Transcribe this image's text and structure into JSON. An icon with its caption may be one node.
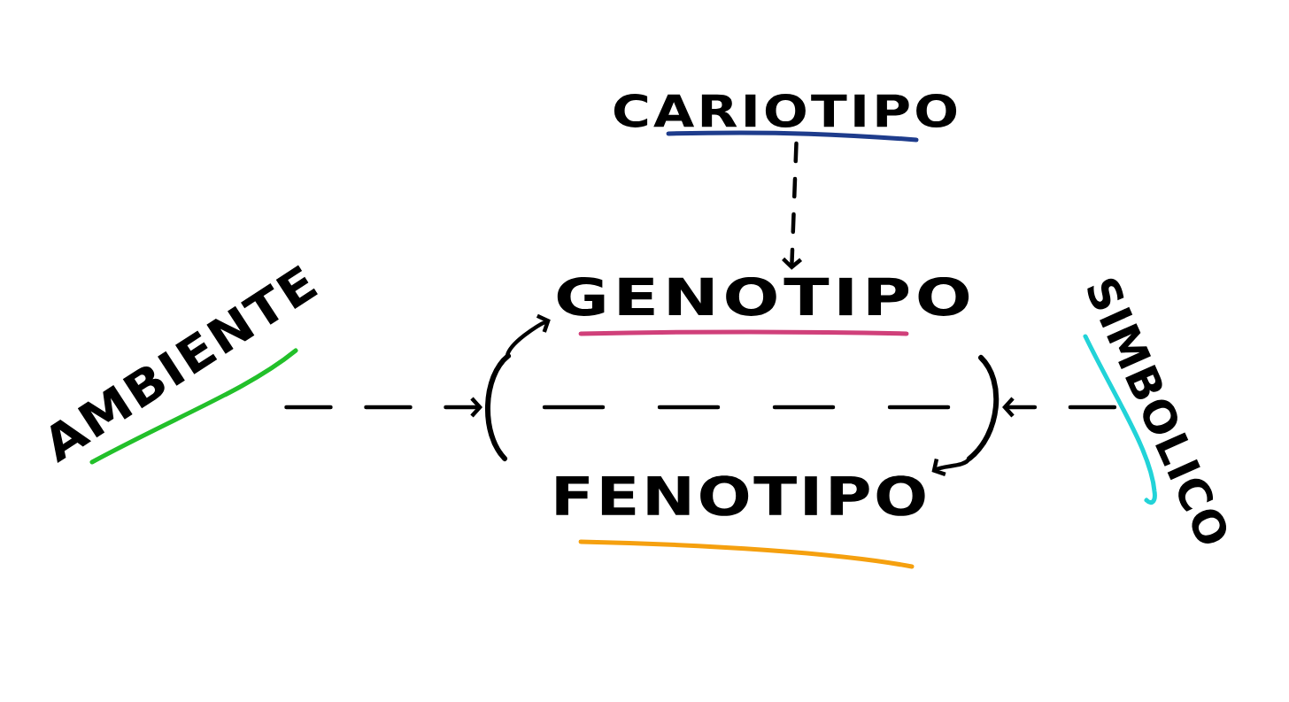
{
  "diagram": {
    "nodes": [
      {
        "text": [
          "CARIOTIPO"
        ]
      },
      {
        "text": [
          "GENOTIPO"
        ]
      },
      {
        "text": [
          "AMBIENTE"
        ]
      },
      {
        "text": [],
        "shape": "bracket"
      },
      {
        "text": [
          "SIMBOLICO"
        ]
      },
      {
        "text": [
          "FENOTIPO"
        ]
      }
    ],
    "edges": [
      {
        "from": 0,
        "to": 1,
        "arrow": "to",
        "style": "dashed"
      },
      {
        "from": 2,
        "to": 3,
        "arrow": "to",
        "style": "dashed"
      },
      {
        "from": 4,
        "to": 3,
        "arrow": "to",
        "style": "dashed"
      },
      {
        "from": 3,
        "to": 1,
        "arrow": "to"
      },
      {
        "from": 3,
        "to": 5,
        "arrow": "to"
      }
    ]
  }
}
